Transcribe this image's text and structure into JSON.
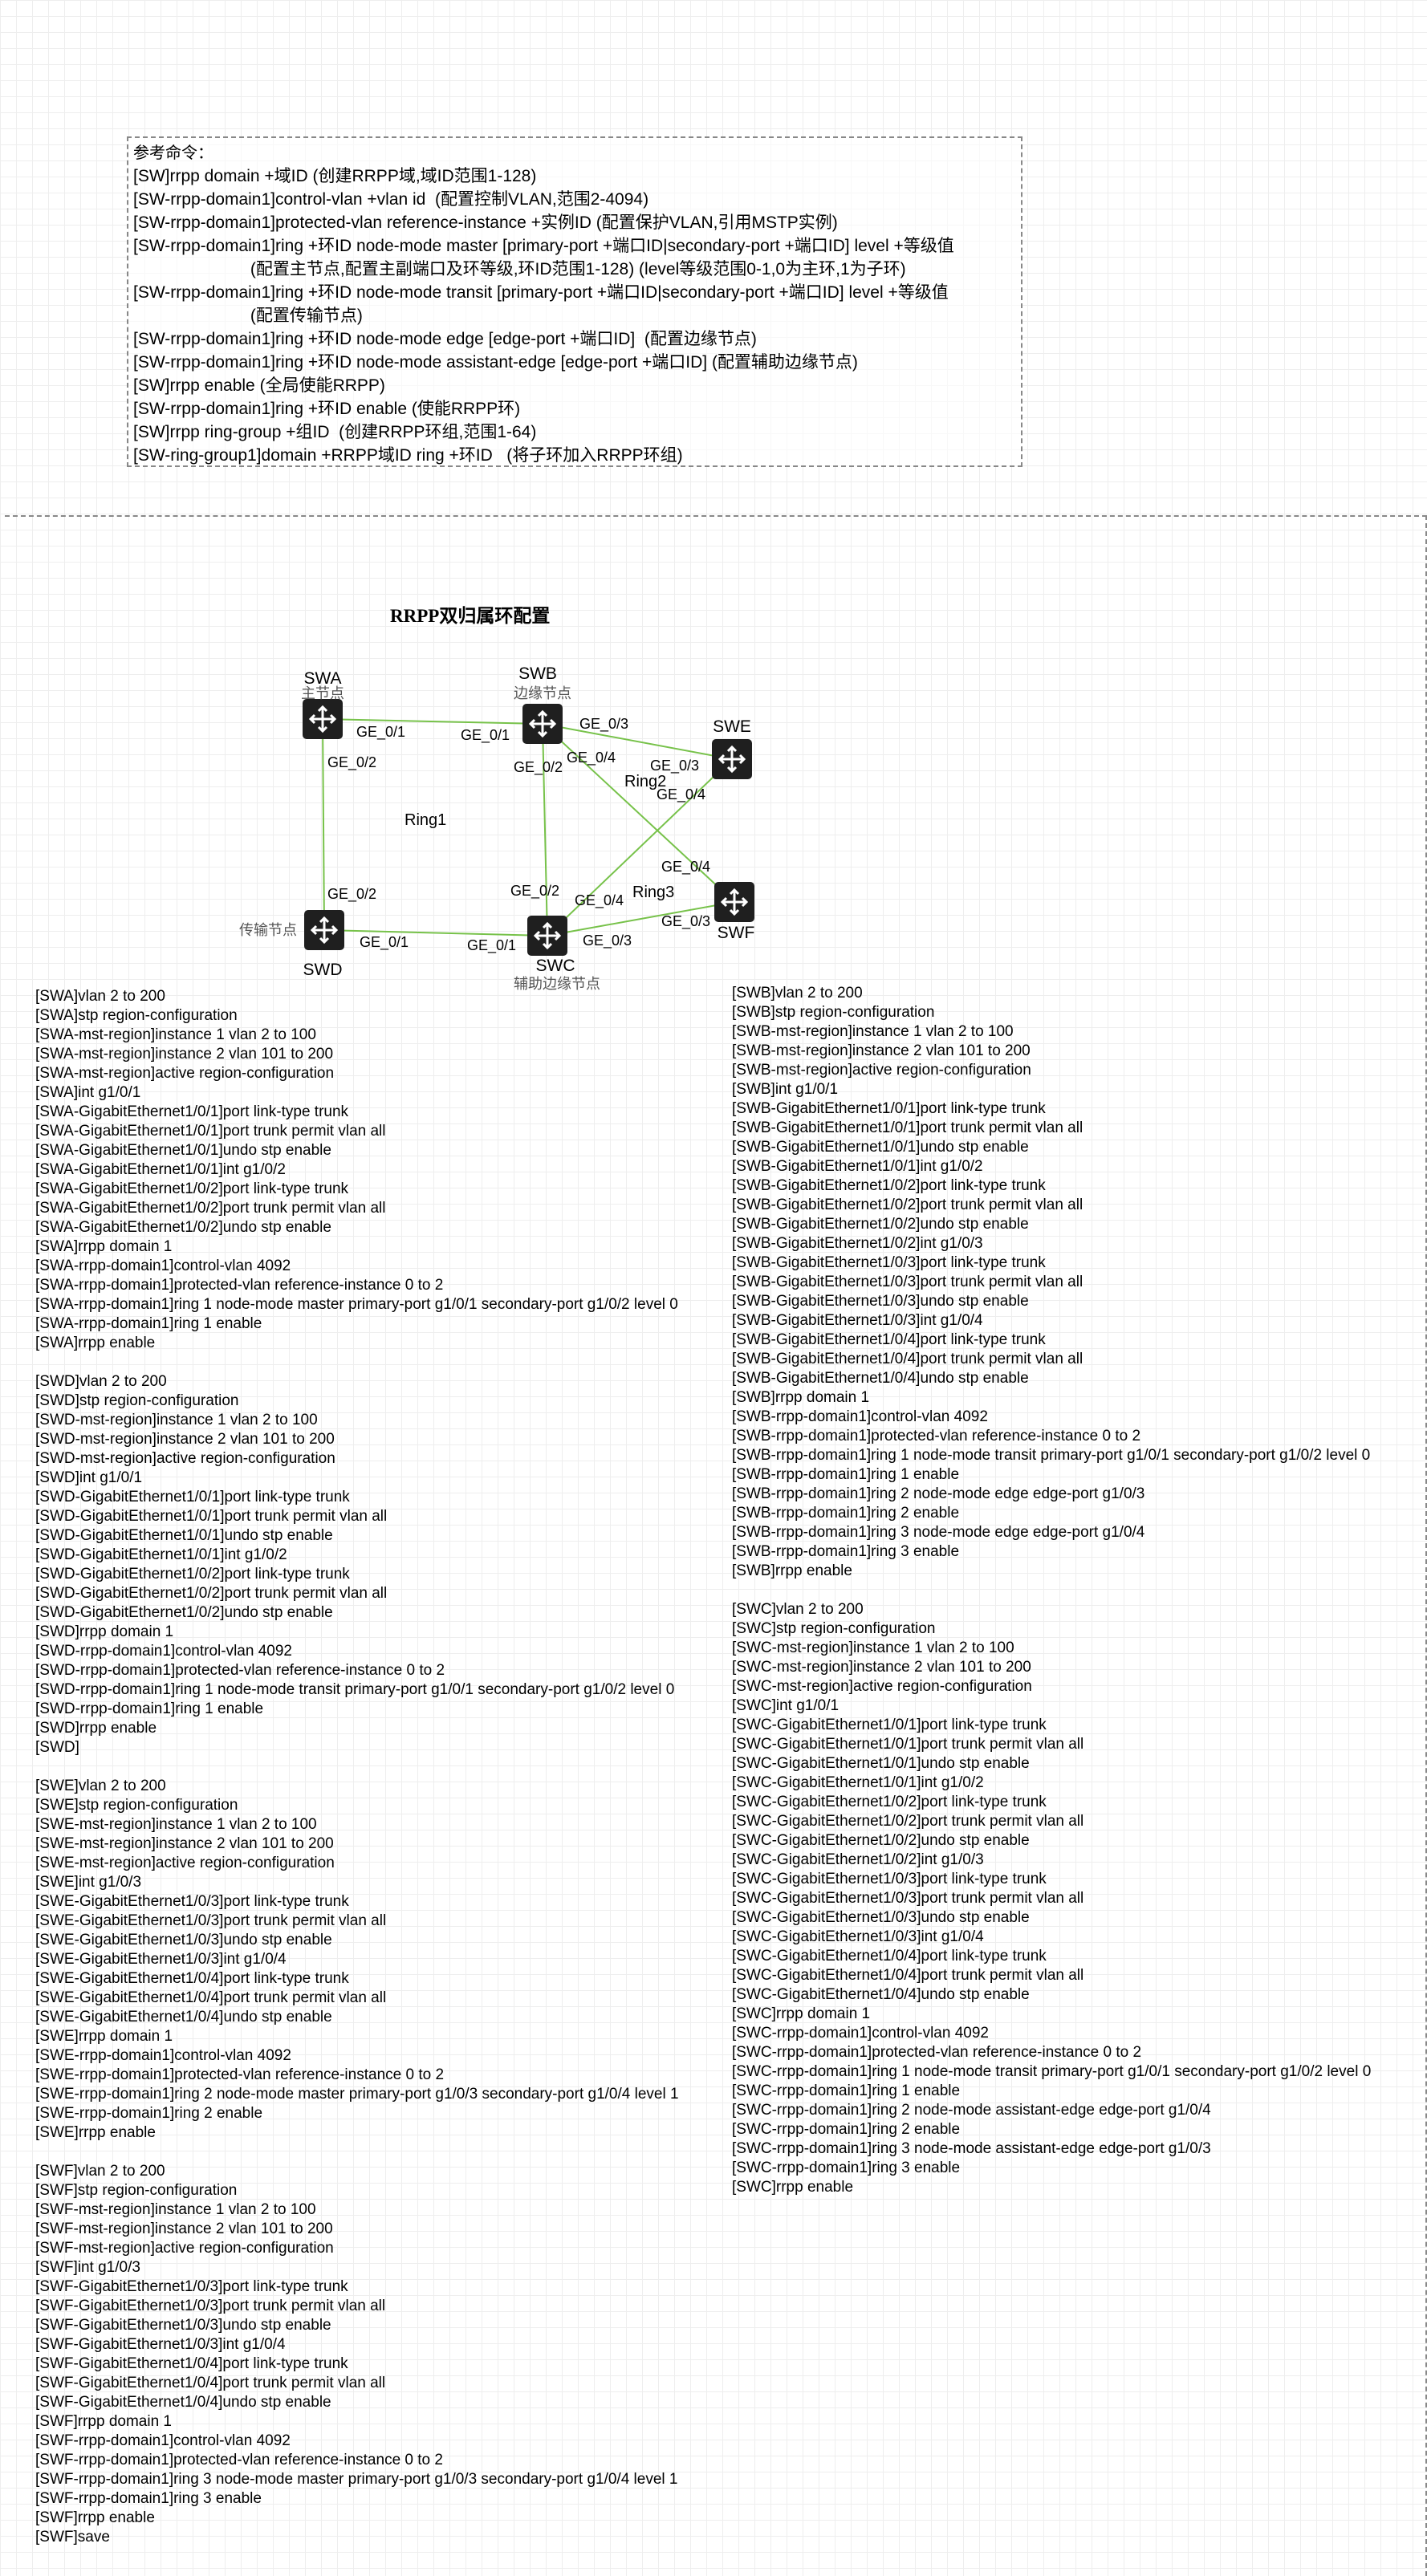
{
  "reference": {
    "title": "参考命令：",
    "lines": [
      "[SW]rrpp domain +域ID (创建RRPP域,域ID范围1-128)",
      "[SW-rrpp-domain1]control-vlan +vlan id  (配置控制VLAN,范围2-4094)",
      "[SW-rrpp-domain1]protected-vlan reference-instance +实例ID (配置保护VLAN,引用MSTP实例)",
      "[SW-rrpp-domain1]ring +环ID node-mode master [primary-port +端口ID|secondary-port +端口ID] level +等级值",
      "                         (配置主节点,配置主副端口及环等级,环ID范围1-128) (level等级范围0-1,0为主环,1为子环)",
      "[SW-rrpp-domain1]ring +环ID node-mode transit [primary-port +端口ID|secondary-port +端口ID] level +等级值",
      "                         (配置传输节点)",
      "[SW-rrpp-domain1]ring +环ID node-mode edge [edge-port +端口ID]  (配置边缘节点)",
      "[SW-rrpp-domain1]ring +环ID node-mode assistant-edge [edge-port +端口ID] (配置辅助边缘节点)",
      "[SW]rrpp enable (全局使能RRPP)",
      "[SW-rrpp-domain1]ring +环ID enable (使能RRPP环)",
      "[SW]rrpp ring-group +组ID  (创建RRPP环组,范围1-64)",
      "[SW-ring-group1]domain +RRPP域ID ring +环ID   (将子环加入RRPP环组)"
    ]
  },
  "diagram": {
    "title": "RRPP双归属环配置",
    "link_color": "#77c24a",
    "switch_color": "#1f1f1f",
    "switches": [
      {
        "name": "SWA",
        "role": "主节点"
      },
      {
        "name": "SWB",
        "role": "边缘节点"
      },
      {
        "name": "SWE",
        "role": ""
      },
      {
        "name": "SWD",
        "role": "传输节点"
      },
      {
        "name": "SWC",
        "role": "辅助边缘节点"
      },
      {
        "name": "SWF",
        "role": ""
      }
    ],
    "rings": [
      "Ring1",
      "Ring2",
      "Ring3"
    ],
    "ports": [
      "GE_0/1",
      "GE_0/1",
      "GE_0/2",
      "GE_0/3",
      "GE_0/4",
      "GE_0/2",
      "GE_0/3",
      "GE_0/4",
      "GE_0/4",
      "GE_0/2",
      "GE_0/2",
      "GE_0/4",
      "GE_0/3",
      "GE_0/1",
      "GE_0/1",
      "GE_0/3"
    ]
  },
  "configs": {
    "left": [
      "[SWA]vlan 2 to 200",
      "[SWA]stp region-configuration",
      "[SWA-mst-region]instance 1 vlan 2 to 100",
      "[SWA-mst-region]instance 2 vlan 101 to 200",
      "[SWA-mst-region]active region-configuration",
      "[SWA]int g1/0/1",
      "[SWA-GigabitEthernet1/0/1]port link-type trunk",
      "[SWA-GigabitEthernet1/0/1]port trunk permit vlan all",
      "[SWA-GigabitEthernet1/0/1]undo stp enable",
      "[SWA-GigabitEthernet1/0/1]int g1/0/2",
      "[SWA-GigabitEthernet1/0/2]port link-type trunk",
      "[SWA-GigabitEthernet1/0/2]port trunk permit vlan all",
      "[SWA-GigabitEthernet1/0/2]undo stp enable",
      "[SWA]rrpp domain 1",
      "[SWA-rrpp-domain1]control-vlan 4092",
      "[SWA-rrpp-domain1]protected-vlan reference-instance 0 to 2",
      "[SWA-rrpp-domain1]ring 1 node-mode master primary-port g1/0/1 secondary-port g1/0/2 level 0",
      "[SWA-rrpp-domain1]ring 1 enable",
      "[SWA]rrpp enable",
      "",
      "[SWD]vlan 2 to 200",
      "[SWD]stp region-configuration",
      "[SWD-mst-region]instance 1 vlan 2 to 100",
      "[SWD-mst-region]instance 2 vlan 101 to 200",
      "[SWD-mst-region]active region-configuration",
      "[SWD]int g1/0/1",
      "[SWD-GigabitEthernet1/0/1]port link-type trunk",
      "[SWD-GigabitEthernet1/0/1]port trunk permit vlan all",
      "[SWD-GigabitEthernet1/0/1]undo stp enable",
      "[SWD-GigabitEthernet1/0/1]int g1/0/2",
      "[SWD-GigabitEthernet1/0/2]port link-type trunk",
      "[SWD-GigabitEthernet1/0/2]port trunk permit vlan all",
      "[SWD-GigabitEthernet1/0/2]undo stp enable",
      "[SWD]rrpp domain 1",
      "[SWD-rrpp-domain1]control-vlan 4092",
      "[SWD-rrpp-domain1]protected-vlan reference-instance 0 to 2",
      "[SWD-rrpp-domain1]ring 1 node-mode transit primary-port g1/0/1 secondary-port g1/0/2 level 0",
      "[SWD-rrpp-domain1]ring 1 enable",
      "[SWD]rrpp enable",
      "[SWD]",
      "",
      "[SWE]vlan 2 to 200",
      "[SWE]stp region-configuration",
      "[SWE-mst-region]instance 1 vlan 2 to 100",
      "[SWE-mst-region]instance 2 vlan 101 to 200",
      "[SWE-mst-region]active region-configuration",
      "[SWE]int g1/0/3",
      "[SWE-GigabitEthernet1/0/3]port link-type trunk",
      "[SWE-GigabitEthernet1/0/3]port trunk permit vlan all",
      "[SWE-GigabitEthernet1/0/3]undo stp enable",
      "[SWE-GigabitEthernet1/0/3]int g1/0/4",
      "[SWE-GigabitEthernet1/0/4]port link-type trunk",
      "[SWE-GigabitEthernet1/0/4]port trunk permit vlan all",
      "[SWE-GigabitEthernet1/0/4]undo stp enable",
      "[SWE]rrpp domain 1",
      "[SWE-rrpp-domain1]control-vlan 4092",
      "[SWE-rrpp-domain1]protected-vlan reference-instance 0 to 2",
      "[SWE-rrpp-domain1]ring 2 node-mode master primary-port g1/0/3 secondary-port g1/0/4 level 1",
      "[SWE-rrpp-domain1]ring 2 enable",
      "[SWE]rrpp enable",
      "",
      "[SWF]vlan 2 to 200",
      "[SWF]stp region-configuration",
      "[SWF-mst-region]instance 1 vlan 2 to 100",
      "[SWF-mst-region]instance 2 vlan 101 to 200",
      "[SWF-mst-region]active region-configuration",
      "[SWF]int g1/0/3",
      "[SWF-GigabitEthernet1/0/3]port link-type trunk",
      "[SWF-GigabitEthernet1/0/3]port trunk permit vlan all",
      "[SWF-GigabitEthernet1/0/3]undo stp enable",
      "[SWF-GigabitEthernet1/0/3]int g1/0/4",
      "[SWF-GigabitEthernet1/0/4]port link-type trunk",
      "[SWF-GigabitEthernet1/0/4]port trunk permit vlan all",
      "[SWF-GigabitEthernet1/0/4]undo stp enable",
      "[SWF]rrpp domain 1",
      "[SWF-rrpp-domain1]control-vlan 4092",
      "[SWF-rrpp-domain1]protected-vlan reference-instance 0 to 2",
      "[SWF-rrpp-domain1]ring 3 node-mode master primary-port g1/0/3 secondary-port g1/0/4 level 1",
      "[SWF-rrpp-domain1]ring 3 enable",
      "[SWF]rrpp enable",
      "[SWF]save"
    ],
    "right": [
      "[SWB]vlan 2 to 200",
      "[SWB]stp region-configuration",
      "[SWB-mst-region]instance 1 vlan 2 to 100",
      "[SWB-mst-region]instance 2 vlan 101 to 200",
      "[SWB-mst-region]active region-configuration",
      "[SWB]int g1/0/1",
      "[SWB-GigabitEthernet1/0/1]port link-type trunk",
      "[SWB-GigabitEthernet1/0/1]port trunk permit vlan all",
      "[SWB-GigabitEthernet1/0/1]undo stp enable",
      "[SWB-GigabitEthernet1/0/1]int g1/0/2",
      "[SWB-GigabitEthernet1/0/2]port link-type trunk",
      "[SWB-GigabitEthernet1/0/2]port trunk permit vlan all",
      "[SWB-GigabitEthernet1/0/2]undo stp enable",
      "[SWB-GigabitEthernet1/0/2]int g1/0/3",
      "[SWB-GigabitEthernet1/0/3]port link-type trunk",
      "[SWB-GigabitEthernet1/0/3]port trunk permit vlan all",
      "[SWB-GigabitEthernet1/0/3]undo stp enable",
      "[SWB-GigabitEthernet1/0/3]int g1/0/4",
      "[SWB-GigabitEthernet1/0/4]port link-type trunk",
      "[SWB-GigabitEthernet1/0/4]port trunk permit vlan all",
      "[SWB-GigabitEthernet1/0/4]undo stp enable",
      "[SWB]rrpp domain 1",
      "[SWB-rrpp-domain1]control-vlan 4092",
      "[SWB-rrpp-domain1]protected-vlan reference-instance 0 to 2",
      "[SWB-rrpp-domain1]ring 1 node-mode transit primary-port g1/0/1 secondary-port g1/0/2 level 0",
      "[SWB-rrpp-domain1]ring 1 enable",
      "[SWB-rrpp-domain1]ring 2 node-mode edge edge-port g1/0/3",
      "[SWB-rrpp-domain1]ring 2 enable",
      "[SWB-rrpp-domain1]ring 3 node-mode edge edge-port g1/0/4",
      "[SWB-rrpp-domain1]ring 3 enable",
      "[SWB]rrpp enable",
      "",
      "[SWC]vlan 2 to 200",
      "[SWC]stp region-configuration",
      "[SWC-mst-region]instance 1 vlan 2 to 100",
      "[SWC-mst-region]instance 2 vlan 101 to 200",
      "[SWC-mst-region]active region-configuration",
      "[SWC]int g1/0/1",
      "[SWC-GigabitEthernet1/0/1]port link-type trunk",
      "[SWC-GigabitEthernet1/0/1]port trunk permit vlan all",
      "[SWC-GigabitEthernet1/0/1]undo stp enable",
      "[SWC-GigabitEthernet1/0/1]int g1/0/2",
      "[SWC-GigabitEthernet1/0/2]port link-type trunk",
      "[SWC-GigabitEthernet1/0/2]port trunk permit vlan all",
      "[SWC-GigabitEthernet1/0/2]undo stp enable",
      "[SWC-GigabitEthernet1/0/2]int g1/0/3",
      "[SWC-GigabitEthernet1/0/3]port link-type trunk",
      "[SWC-GigabitEthernet1/0/3]port trunk permit vlan all",
      "[SWC-GigabitEthernet1/0/3]undo stp enable",
      "[SWC-GigabitEthernet1/0/3]int g1/0/4",
      "[SWC-GigabitEthernet1/0/4]port link-type trunk",
      "[SWC-GigabitEthernet1/0/4]port trunk permit vlan all",
      "[SWC-GigabitEthernet1/0/4]undo stp enable",
      "[SWC]rrpp domain 1",
      "[SWC-rrpp-domain1]control-vlan 4092",
      "[SWC-rrpp-domain1]protected-vlan reference-instance 0 to 2",
      "[SWC-rrpp-domain1]ring 1 node-mode transit primary-port g1/0/1 secondary-port g1/0/2 level 0",
      "[SWC-rrpp-domain1]ring 1 enable",
      "[SWC-rrpp-domain1]ring 2 node-mode assistant-edge edge-port g1/0/4",
      "[SWC-rrpp-domain1]ring 2 enable",
      "[SWC-rrpp-domain1]ring 3 node-mode assistant-edge edge-port g1/0/3",
      "[SWC-rrpp-domain1]ring 3 enable",
      "[SWC]rrpp enable"
    ]
  }
}
